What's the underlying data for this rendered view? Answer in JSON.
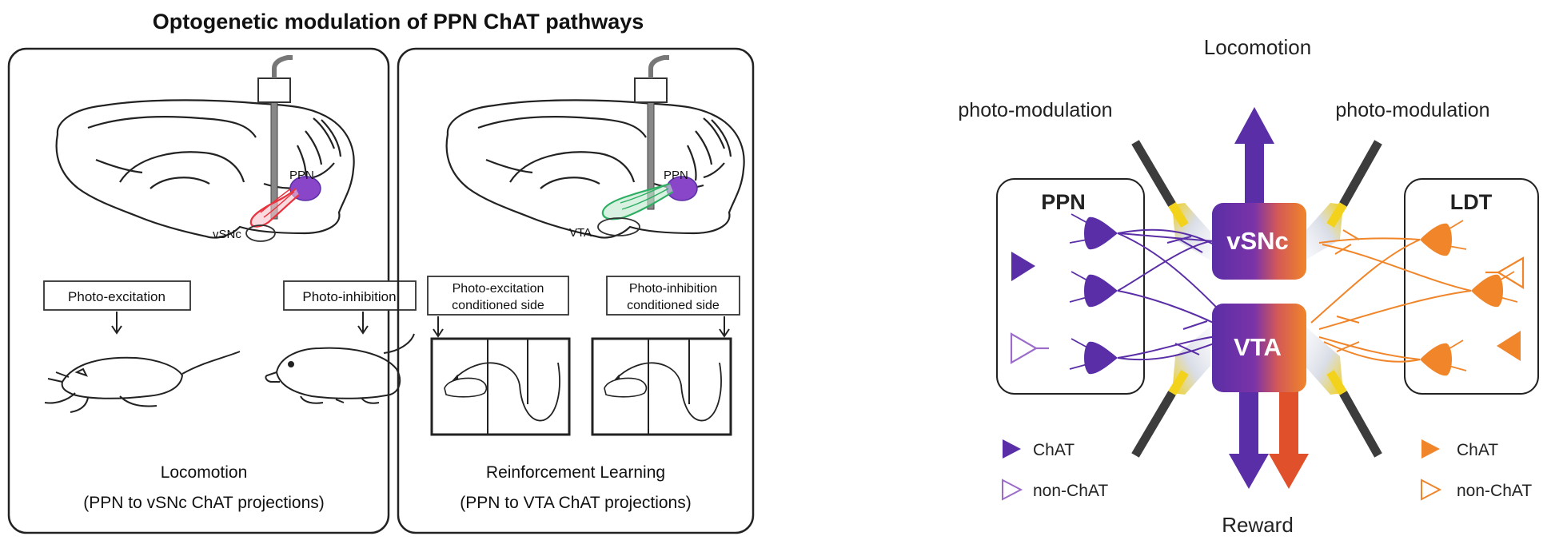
{
  "title": "Optogenetic modulation of PPN ChAT pathways",
  "panel_left": {
    "region_ppn": "PPN",
    "region_target": "vSNc",
    "box_left": "Photo-excitation",
    "box_right": "Photo-inhibition",
    "caption_main": "Locomotion",
    "caption_sub": "(PPN to vSNc ChAT projections)"
  },
  "panel_middle": {
    "region_ppn": "PPN",
    "region_target": "VTA",
    "box_left_line1": "Photo-excitation",
    "box_left_line2": "conditioned side",
    "box_right_line1": "Photo-inhibition",
    "box_right_line2": "conditioned side",
    "caption_main": "Reinforcement Learning",
    "caption_sub": "(PPN to VTA ChAT projections)"
  },
  "panel_right": {
    "top_label": "Locomotion",
    "bottom_label": "Reward",
    "photo_left": "photo-modulation",
    "photo_right": "photo-modulation",
    "ppn_label": "PPN",
    "ldt_label": "LDT",
    "vsnc_label": "vSNc",
    "vta_label": "VTA",
    "legend_left_chat": "ChAT",
    "legend_left_nonchat": "non-ChAT",
    "legend_right_chat": "ChAT",
    "legend_right_nonchat": "non-ChAT"
  },
  "colors": {
    "purple": "#5a2ea6",
    "orange": "#f0852a",
    "red_arrow": "#e0502a",
    "yellow": "#f3d21c",
    "fiber": "#3c3c3c",
    "ppn_fill": "#8a46c9",
    "snc_trace": "#e8333f",
    "vta_trace": "#2eae62"
  }
}
